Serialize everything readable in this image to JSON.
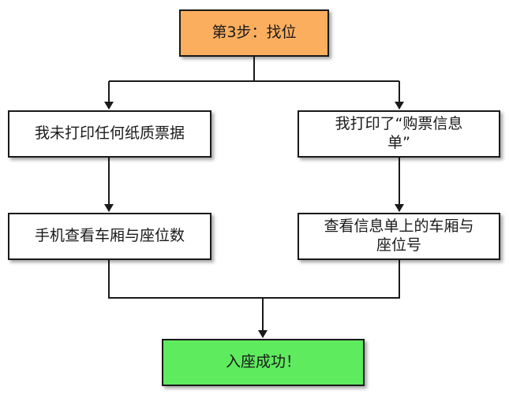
{
  "colors": {
    "step_fill": "#FCAE5F",
    "end_fill": "#5EEB5E",
    "stroke": "#1A1A1A",
    "box_fill": "#FFFFFF"
  },
  "nodes": {
    "step": {
      "label": "第3步：找位"
    },
    "left1": {
      "label": "我未打印任何纸质票据"
    },
    "right1": {
      "label": "我打印了“购票信息\n单”"
    },
    "left2": {
      "label": "手机查看车厢与座位数"
    },
    "right2": {
      "label": "查看信息单上的车厢与\n座位号"
    },
    "end": {
      "label": "入座成功！"
    }
  }
}
